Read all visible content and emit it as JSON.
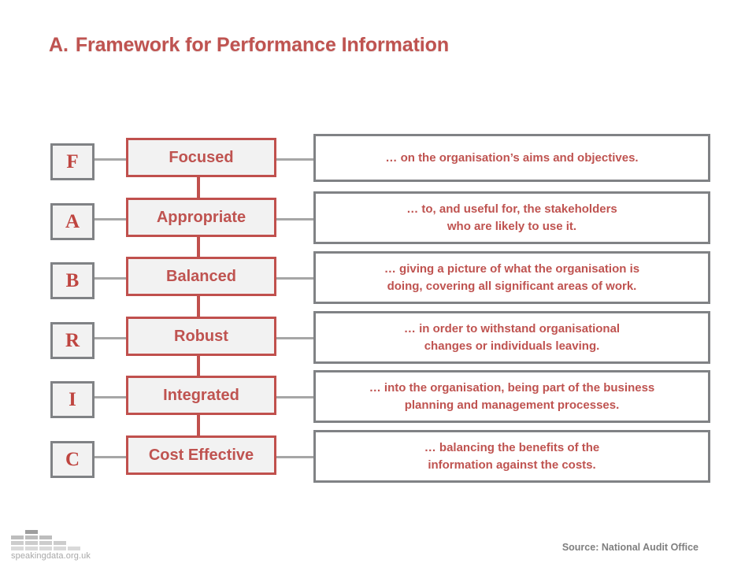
{
  "slide": {
    "title_letter": "A.",
    "title_text": "Framework for Performance Information",
    "background": "#ffffff"
  },
  "colors": {
    "accent_red": "#c0504d",
    "text_red": "#bf5350",
    "letter_red": "#bf4540",
    "border_gray": "#808285",
    "connector_gray": "#a6a6a6",
    "box_fill": "#f2f2f2",
    "desc_fill": "#ffffff",
    "source_gray": "#7f7f7f",
    "logo_gray": "#a8a8a8"
  },
  "framework": {
    "rows": [
      {
        "letter": "F",
        "label": "Focused",
        "description": "… on the organisation’s aims and objectives.",
        "description_lines": [
          "… on the organisation’s aims and objectives."
        ]
      },
      {
        "letter": "A",
        "label": "Appropriate",
        "description": "… to, and useful for, the stakeholders who are likely to use it.",
        "description_lines": [
          "… to, and useful for, the stakeholders",
          "who are likely to use it."
        ]
      },
      {
        "letter": "B",
        "label": "Balanced",
        "description": "… giving a picture of what the organisation is doing, covering all significant areas of work.",
        "description_lines": [
          "… giving a picture of what the organisation is",
          "doing, covering all significant areas of work."
        ]
      },
      {
        "letter": "R",
        "label": "Robust",
        "description": "… in order to withstand organisational changes or individuals leaving.",
        "description_lines": [
          "… in order to withstand organisational",
          "changes or individuals leaving."
        ]
      },
      {
        "letter": "I",
        "label": "Integrated",
        "description": "… into the organisation, being part of the business planning and management processes.",
        "description_lines": [
          "… into the organisation, being part of the business",
          "planning and management processes."
        ]
      },
      {
        "letter": "C",
        "label": "Cost Effective",
        "description": "… balancing the benefits of the information against the costs.",
        "description_lines": [
          "… balancing the benefits of the",
          "information against the costs."
        ]
      }
    ]
  },
  "footer": {
    "logo_caption": "speakingdata.org.uk",
    "logo_icon": "equalizer-bars-logo",
    "source": "Source: National Audit Office"
  },
  "layout": {
    "row_tops": [
      175,
      250.5,
      326,
      401.5,
      477,
      552.5
    ],
    "desc_tops": [
      170,
      243,
      319,
      395,
      470,
      546
    ],
    "desc_heights": [
      55,
      61,
      61,
      61,
      61,
      61
    ]
  }
}
